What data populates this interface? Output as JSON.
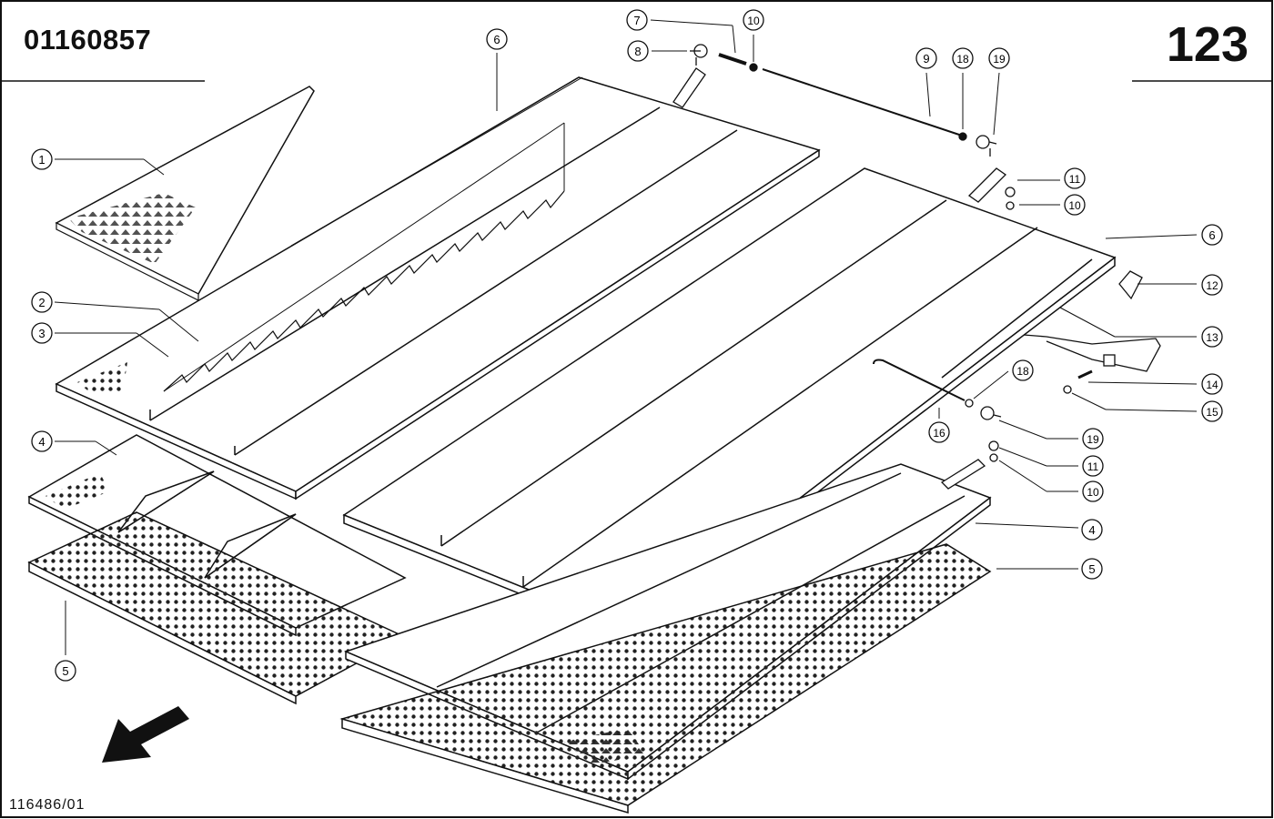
{
  "header": {
    "part_number": "01160857",
    "page_number": "123"
  },
  "footer": {
    "drawing_ref": "116486/01"
  },
  "callouts": [
    {
      "id": "c1",
      "label": "1"
    },
    {
      "id": "c2",
      "label": "2"
    },
    {
      "id": "c3",
      "label": "3"
    },
    {
      "id": "c4a",
      "label": "4"
    },
    {
      "id": "c4b",
      "label": "4"
    },
    {
      "id": "c5a",
      "label": "5"
    },
    {
      "id": "c5b",
      "label": "5"
    },
    {
      "id": "c6a",
      "label": "6"
    },
    {
      "id": "c6b",
      "label": "6"
    },
    {
      "id": "c7",
      "label": "7"
    },
    {
      "id": "c8",
      "label": "8"
    },
    {
      "id": "c9",
      "label": "9"
    },
    {
      "id": "c10a",
      "label": "10"
    },
    {
      "id": "c10b",
      "label": "10"
    },
    {
      "id": "c10c",
      "label": "10"
    },
    {
      "id": "c11a",
      "label": "11"
    },
    {
      "id": "c11b",
      "label": "11"
    },
    {
      "id": "c12",
      "label": "12"
    },
    {
      "id": "c13",
      "label": "13"
    },
    {
      "id": "c14",
      "label": "14"
    },
    {
      "id": "c15",
      "label": "15"
    },
    {
      "id": "c16",
      "label": "16"
    },
    {
      "id": "c18a",
      "label": "18"
    },
    {
      "id": "c18b",
      "label": "18"
    },
    {
      "id": "c19a",
      "label": "19"
    },
    {
      "id": "c19b",
      "label": "19"
    }
  ]
}
